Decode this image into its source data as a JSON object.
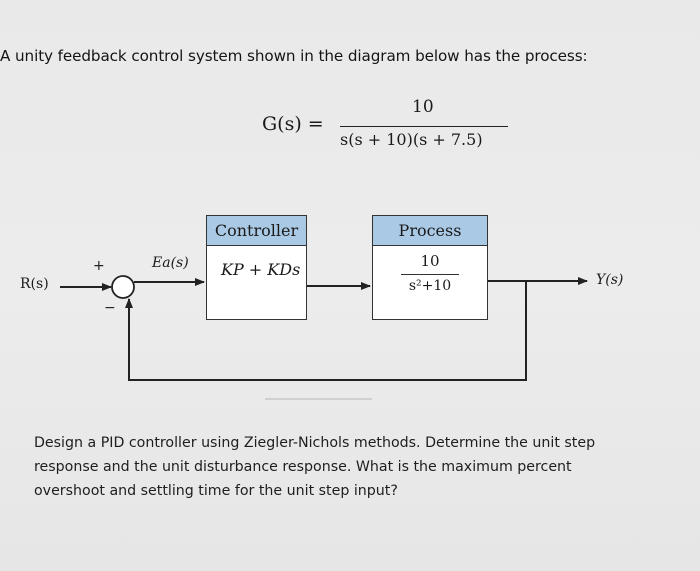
{
  "intro": "A unity feedback control system shown in the diagram below has the process:",
  "equation": {
    "lhs": "G(s) =",
    "numerator": "10",
    "denominator": "s(s + 10)(s + 7.5)"
  },
  "diagram": {
    "input_label": "R(s)",
    "output_label": "Y(s)",
    "error_label": "Ea(s)",
    "plus_sign": "+",
    "minus_sign": "−",
    "controller": {
      "title": "Controller",
      "transfer_function": "KP + KDs"
    },
    "process": {
      "title": "Process",
      "numerator": "10",
      "denominator": "s²+10"
    },
    "colors": {
      "block_header": "#a9c9e4",
      "line": "#222222"
    }
  },
  "question": {
    "lines": [
      "Design a PID controller using Ziegler-Nichols methods.  Determine the unit step",
      "response and the unit disturbance response.  What is the maximum percent",
      "overshoot and settling time for the unit step input?"
    ]
  }
}
